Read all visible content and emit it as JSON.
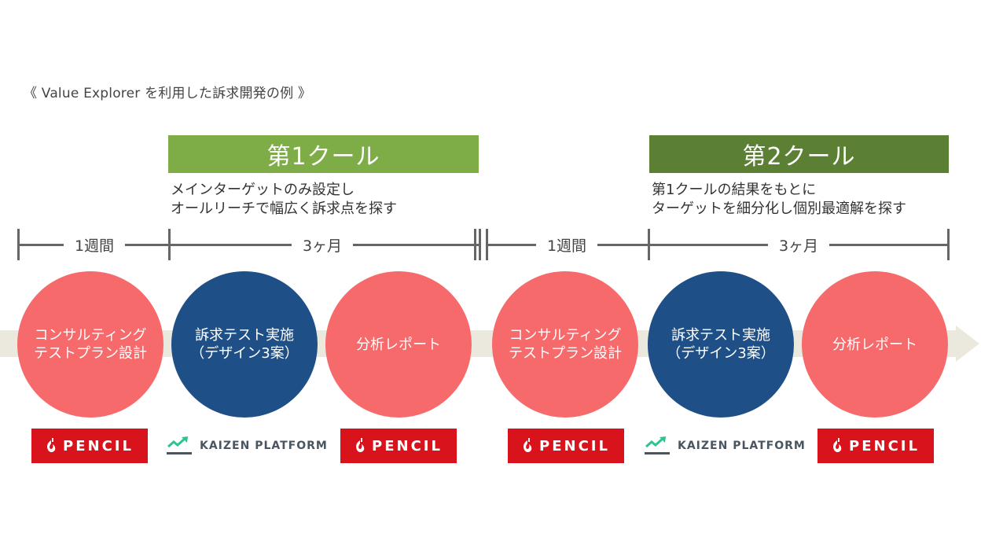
{
  "caption": "《 Value Explorer を利用した訴求開発の例 》",
  "cool1": {
    "title": "第1クール",
    "desc_line1": "メインターゲットのみ設定し",
    "desc_line2": "オールリーチで幅広く訴求点を探す"
  },
  "cool2": {
    "title": "第2クール",
    "desc_line1": "第1クールの結果をもとに",
    "desc_line2": "ターゲットを細分化し個別最適解を探す"
  },
  "timeline": {
    "seg1": "1週間",
    "seg2": "3ヶ月",
    "seg3": "1週間",
    "seg4": "3ヶ月"
  },
  "steps": [
    {
      "line1": "コンサルティング",
      "line2": "テストプラン設計",
      "color": "#f66a6c",
      "logo": "PENCIL"
    },
    {
      "line1": "訴求テスト実施",
      "line2": "（デザイン3案）",
      "color": "#1e4f86",
      "logo": "KAIZEN PLATFORM"
    },
    {
      "line1": "分析レポート",
      "line2": "",
      "color": "#f66a6c",
      "logo": "PENCIL"
    },
    {
      "line1": "コンサルティング",
      "line2": "テストプラン設計",
      "color": "#f66a6c",
      "logo": "PENCIL"
    },
    {
      "line1": "訴求テスト実施",
      "line2": "（デザイン3案）",
      "color": "#1e4f86",
      "logo": "KAIZEN PLATFORM"
    },
    {
      "line1": "分析レポート",
      "line2": "",
      "color": "#f66a6c",
      "logo": "PENCIL"
    }
  ],
  "colors": {
    "cool1": "#7ead48",
    "cool2": "#5b7f33",
    "pink": "#f66a6c",
    "navy": "#1e4f86",
    "pencil_red": "#d9131b",
    "kaizen_green": "#2fc48e"
  },
  "icons": [
    "pencil-logo-icon",
    "kaizen-trend-icon"
  ]
}
